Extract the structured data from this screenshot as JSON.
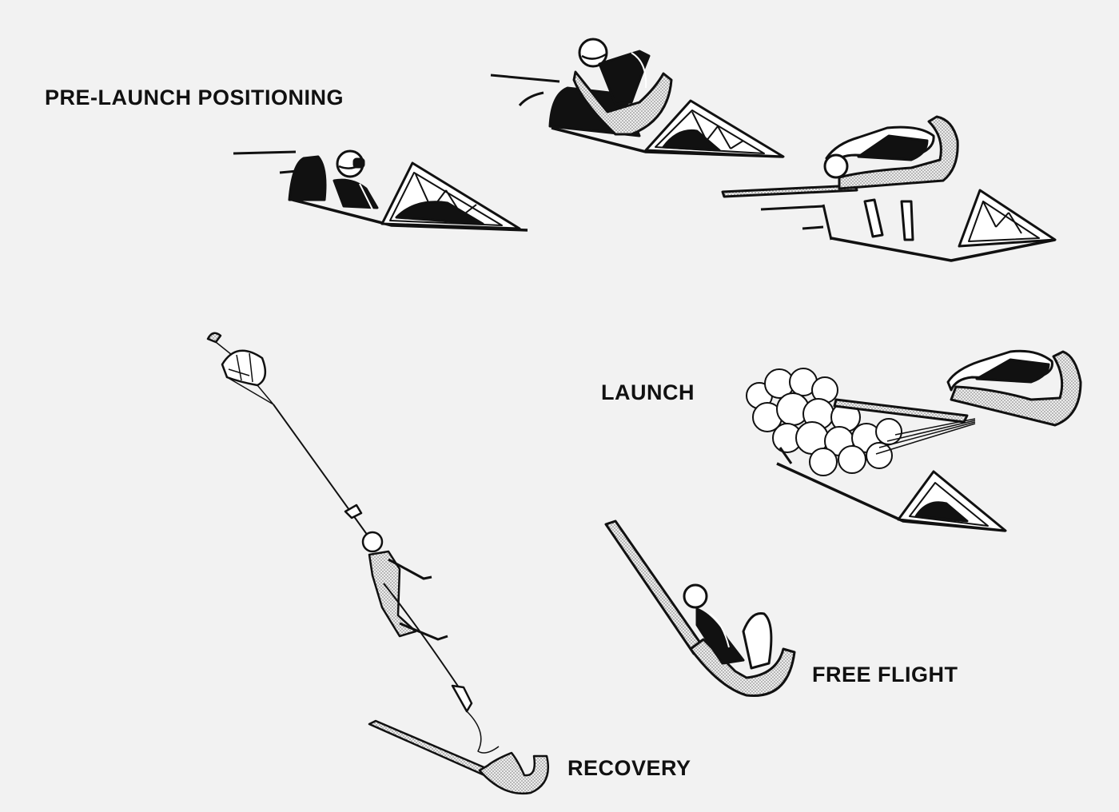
{
  "labels": {
    "pre_launch": "PRE-LAUNCH POSITIONING",
    "launch": "LAUNCH",
    "free_flight": "FREE FLIGHT",
    "recovery": "RECOVERY"
  },
  "colors": {
    "ink": "#111111",
    "paper": "#f2f2f2",
    "seat_fill": "#d9d9d9"
  }
}
